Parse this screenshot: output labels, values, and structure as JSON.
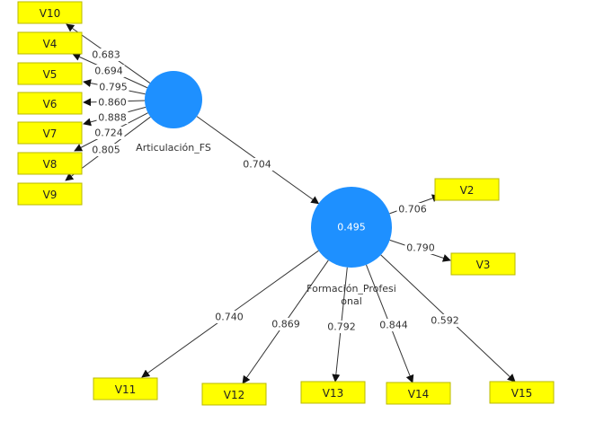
{
  "diagram": {
    "type": "PLS-SEM path model",
    "constructs": [
      {
        "id": "articulacion",
        "name_lines": [
          "Articulación_FS"
        ],
        "r2": null
      },
      {
        "id": "formacion",
        "name_lines": [
          "Formación_Profesi",
          "onal"
        ],
        "r2": "0.495"
      }
    ],
    "structural_paths": [
      {
        "from": "articulacion",
        "to": "formacion",
        "coefficient": "0.704"
      }
    ],
    "indicators": [
      {
        "label": "V10",
        "construct": "articulacion",
        "loading": "0.683"
      },
      {
        "label": "V4",
        "construct": "articulacion",
        "loading": "0.694"
      },
      {
        "label": "V5",
        "construct": "articulacion",
        "loading": "0.795"
      },
      {
        "label": "V6",
        "construct": "articulacion",
        "loading": "0.860"
      },
      {
        "label": "V7",
        "construct": "articulacion",
        "loading": "0.888"
      },
      {
        "label": "V8",
        "construct": "articulacion",
        "loading": "0.724"
      },
      {
        "label": "V9",
        "construct": "articulacion",
        "loading": "0.805"
      },
      {
        "label": "V2",
        "construct": "formacion",
        "loading": "0.706"
      },
      {
        "label": "V3",
        "construct": "formacion",
        "loading": "0.790"
      },
      {
        "label": "V11",
        "construct": "formacion",
        "loading": "0.740"
      },
      {
        "label": "V12",
        "construct": "formacion",
        "loading": "0.869"
      },
      {
        "label": "V13",
        "construct": "formacion",
        "loading": "0.792"
      },
      {
        "label": "V14",
        "construct": "formacion",
        "loading": "0.844"
      },
      {
        "label": "V15",
        "construct": "formacion",
        "loading": "0.592"
      }
    ],
    "colors": {
      "construct_fill": "#1e90ff",
      "indicator_fill": "#ffff00",
      "edge": "#333333"
    }
  }
}
